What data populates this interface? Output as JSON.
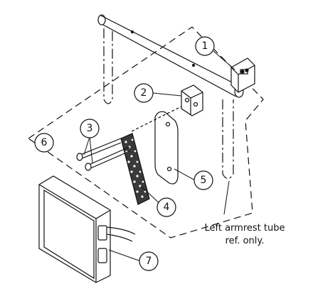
{
  "diagram": {
    "callouts": [
      {
        "id": "1",
        "label": "1"
      },
      {
        "id": "2",
        "label": "2"
      },
      {
        "id": "3",
        "label": "3"
      },
      {
        "id": "4",
        "label": "4"
      },
      {
        "id": "5",
        "label": "5"
      },
      {
        "id": "6",
        "label": "6"
      },
      {
        "id": "7",
        "label": "7"
      }
    ],
    "note": {
      "line1": "Left armrest tube",
      "line2": "ref. only."
    }
  }
}
